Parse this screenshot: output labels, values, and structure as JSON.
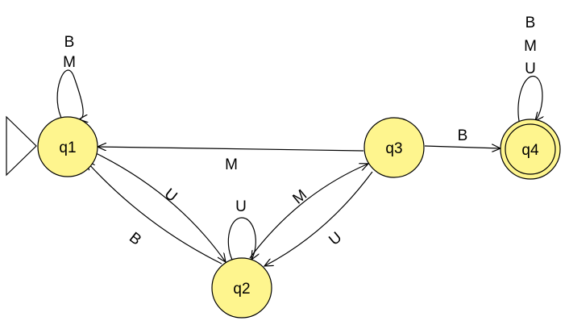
{
  "diagram": {
    "type": "finite-state-automaton",
    "colors": {
      "state_fill": "#fef58e",
      "stroke": "#000000",
      "background": "#ffffff"
    },
    "states": [
      {
        "id": "q1",
        "label": "q1",
        "initial": true,
        "accepting": false
      },
      {
        "id": "q2",
        "label": "q2",
        "initial": false,
        "accepting": false
      },
      {
        "id": "q3",
        "label": "q3",
        "initial": false,
        "accepting": false
      },
      {
        "id": "q4",
        "label": "q4",
        "initial": false,
        "accepting": true
      }
    ],
    "transitions": [
      {
        "from": "q1",
        "to": "q1",
        "labels": [
          "B",
          "M"
        ]
      },
      {
        "from": "q1",
        "to": "q2",
        "labels": [
          "U"
        ]
      },
      {
        "from": "q2",
        "to": "q1",
        "labels": [
          "B"
        ]
      },
      {
        "from": "q2",
        "to": "q2",
        "labels": [
          "U"
        ]
      },
      {
        "from": "q2",
        "to": "q3",
        "labels": [
          "M"
        ]
      },
      {
        "from": "q3",
        "to": "q2",
        "labels": [
          "U"
        ]
      },
      {
        "from": "q3",
        "to": "q1",
        "labels": [
          "M"
        ]
      },
      {
        "from": "q3",
        "to": "q4",
        "labels": [
          "B"
        ]
      },
      {
        "from": "q4",
        "to": "q4",
        "labels": [
          "B",
          "M",
          "U"
        ]
      }
    ]
  }
}
